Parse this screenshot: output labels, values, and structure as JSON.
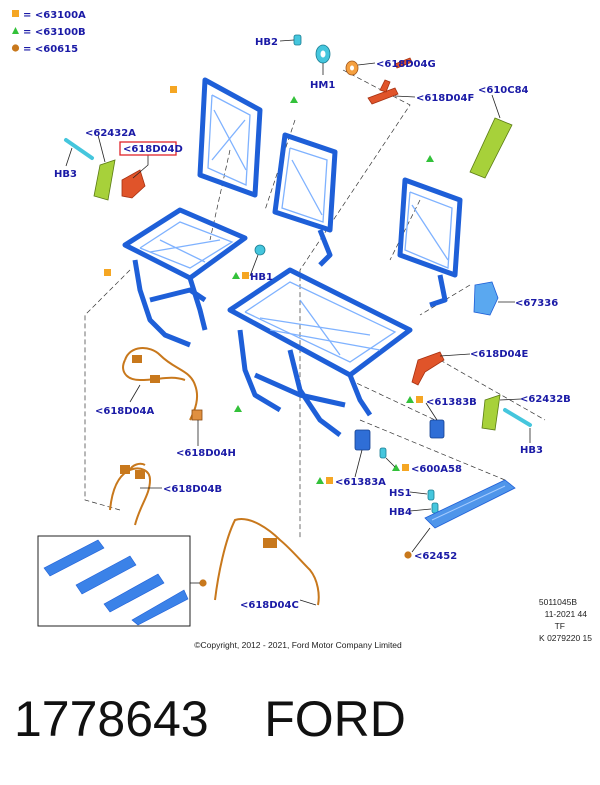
{
  "legend": [
    {
      "text": "= <63100A",
      "shape": "square",
      "color": "#f5a623"
    },
    {
      "text": "= <63100B",
      "shape": "triangle",
      "color": "#33c13a"
    },
    {
      "text": "= <60615",
      "shape": "circle",
      "color": "#c8781c"
    }
  ],
  "labels": {
    "hb2": "HB2",
    "hm1": "HM1",
    "l618d04g": "<618D04G",
    "l618d04f": "<618D04F",
    "l610c84": "<610C84",
    "l62432a": "<62432A",
    "l618d04d": "<618D04D",
    "hb3_left": "HB3",
    "hb1": "HB1",
    "l67336": "<67336",
    "l618d04e": "<618D04E",
    "l618d04a": "<618D04A",
    "l618d04h": "<618D04H",
    "l61383b": "<61383B",
    "l62432b": "<62432B",
    "hb3_right": "HB3",
    "l600a58": "<600A58",
    "l61383a": "<61383A",
    "l618d04b": "<618D04B",
    "hs1": "HS1",
    "hb4": "HB4",
    "l62452": "<62452",
    "l618d04c": "<618D04C"
  },
  "meta": {
    "code1": "5011045B",
    "code2": "11-2021 44",
    "code3": "TF",
    "code4": "K 0279220 15",
    "copyright": "©Copyright, 2012 - 2021, Ford Motor Company Limited"
  },
  "caption": "1778643    FORD",
  "colors": {
    "label": "#1a1aa6",
    "frame": "#1e5fd8",
    "highlight_box": "#e0242a",
    "wire": "#c8781c",
    "bracket_green": "#a7d13a"
  }
}
